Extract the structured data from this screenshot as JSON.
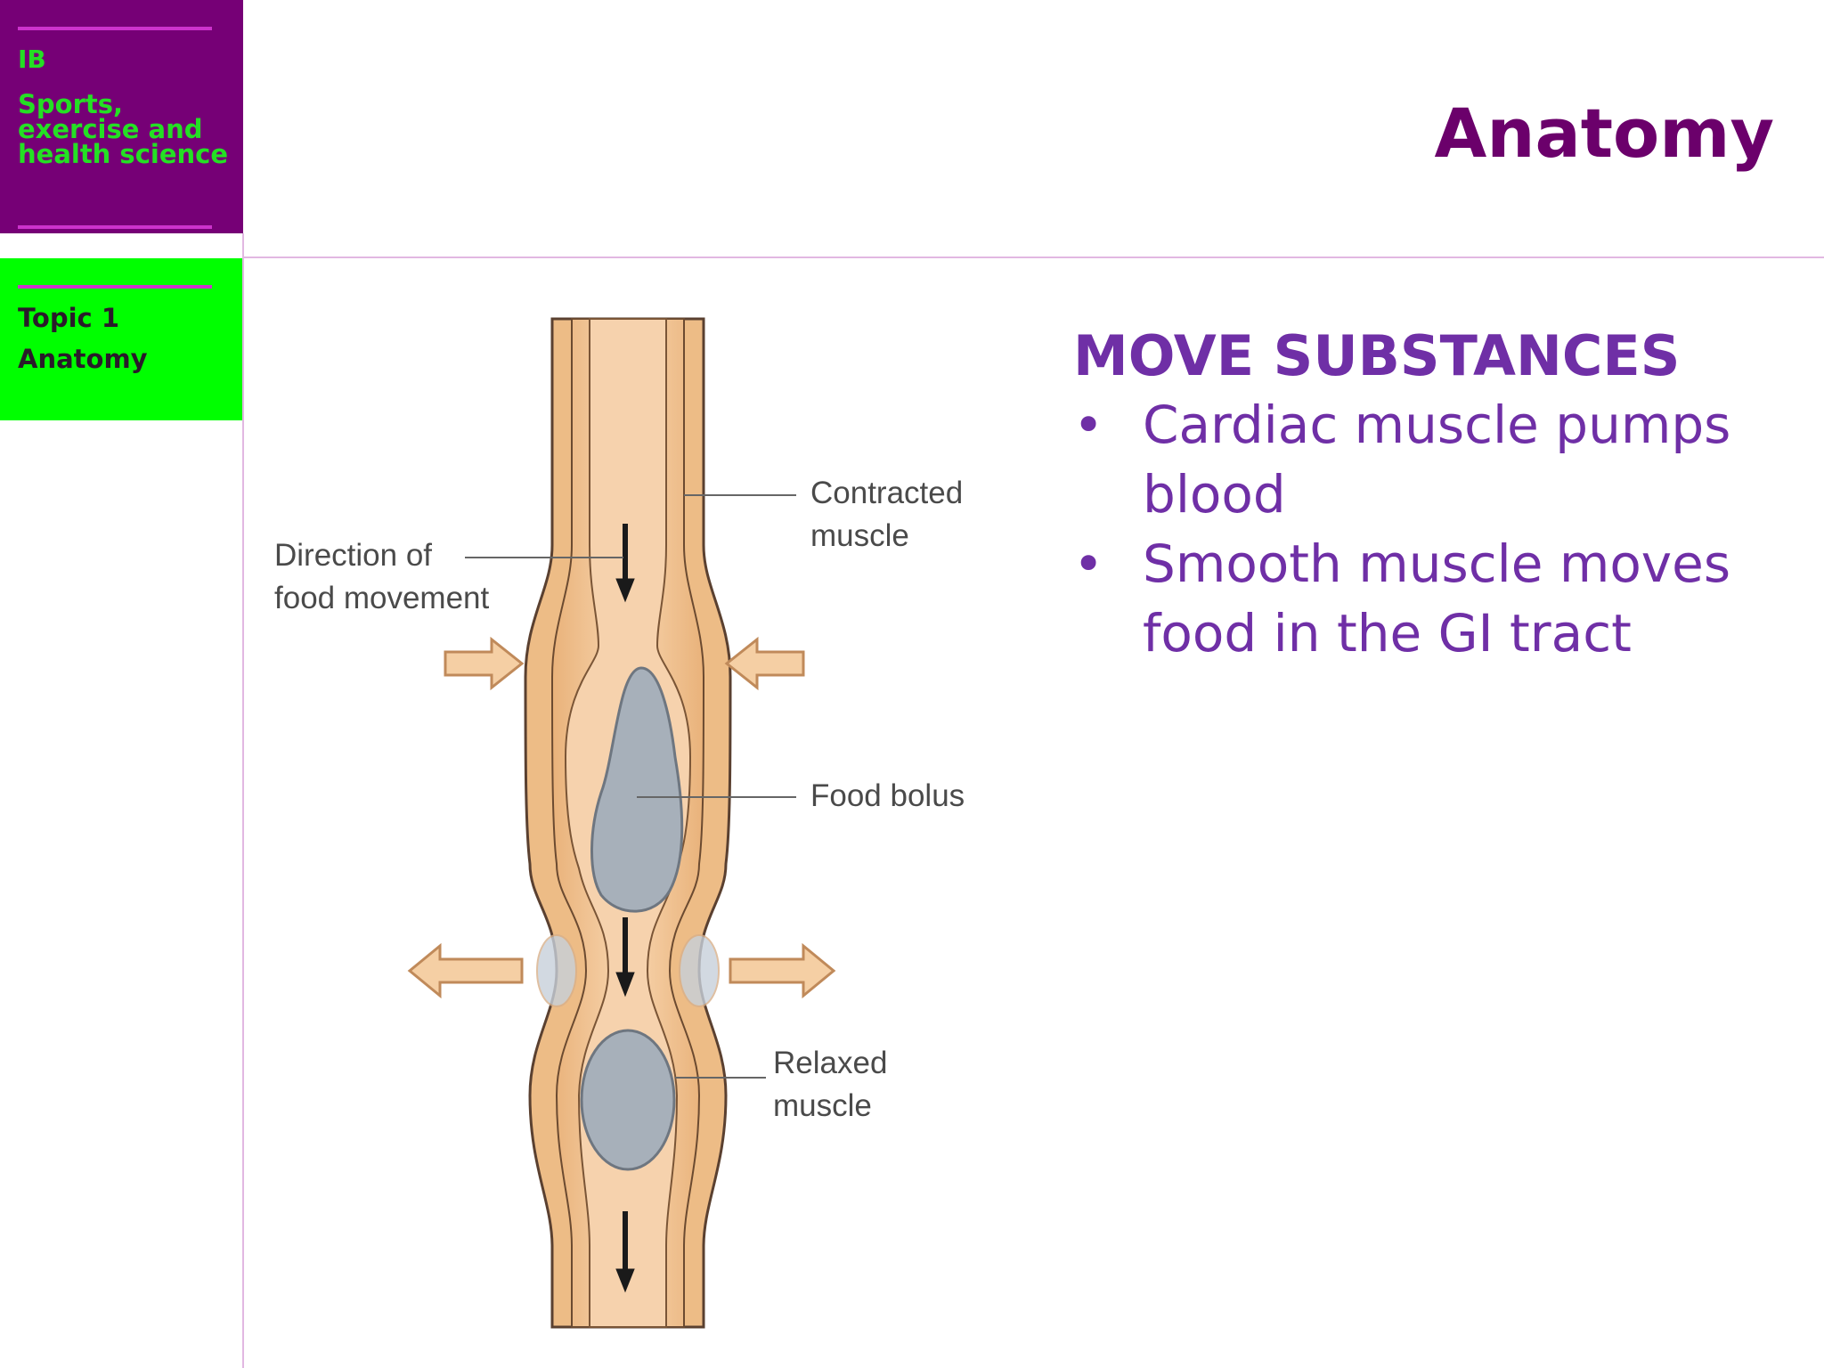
{
  "sidebar": {
    "course_line1": "IB",
    "course_line2": "Sports, exercise and health science",
    "topic_line1": "Topic 1",
    "topic_line2": "Anatomy"
  },
  "header": {
    "title": "Anatomy"
  },
  "content": {
    "heading": "MOVE SUBSTANCES",
    "bullet_glyph": "•",
    "bullets": [
      "Cardiac muscle pumps blood",
      "Smooth muscle moves food in the GI tract"
    ]
  },
  "figure": {
    "labels": {
      "contracted": "Contracted\nmuscle",
      "direction": "Direction of\nfood movement",
      "bolus": "Food bolus",
      "relaxed": "Relaxed\nmuscle"
    }
  },
  "colors": {
    "course_bg": "#760076",
    "course_text": "#24e024",
    "topic_bg": "#00ff00",
    "title": "#6b006b",
    "body_text": "#6f2fa6",
    "tube_fill": "#f3c898",
    "tube_wall": "#e0a060",
    "bolus": "#a7b0ba",
    "arrow": "#f5cfa4"
  }
}
